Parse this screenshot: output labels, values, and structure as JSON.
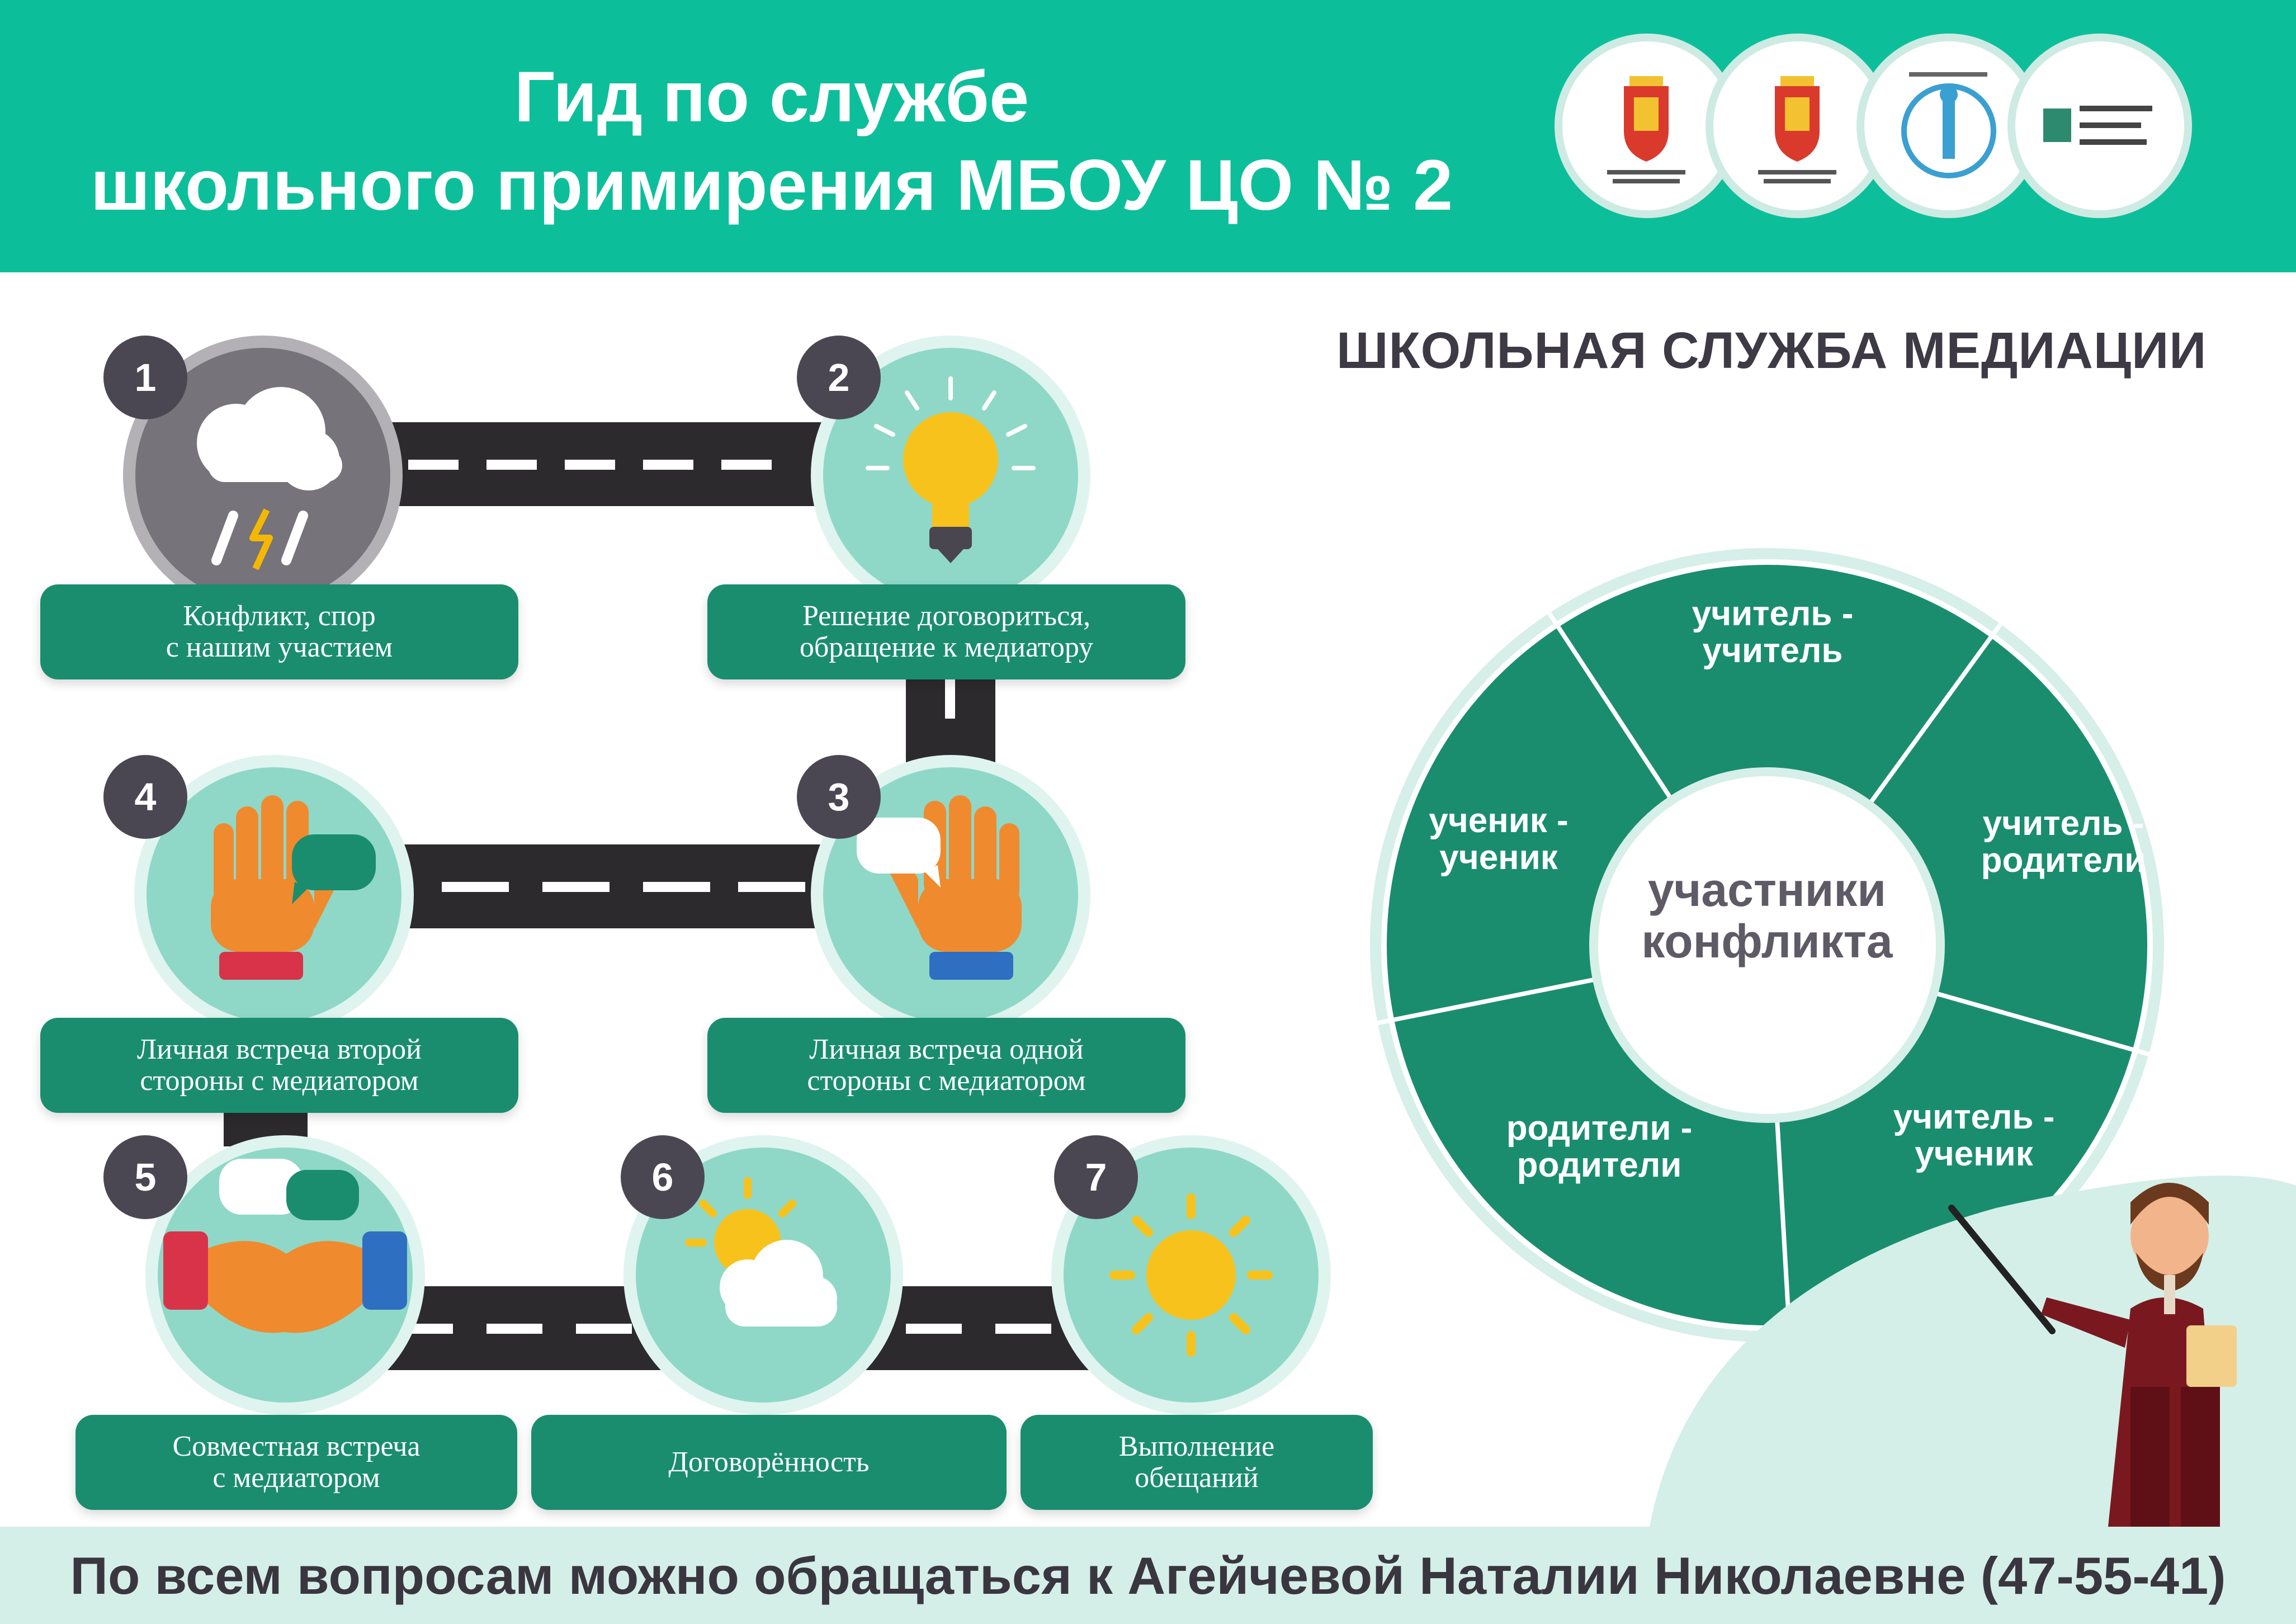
{
  "header": {
    "title_line1": "Гид по службе",
    "title_line2": "школьного примирения МБОУ ЦО № 2",
    "background": "#0cbf9a",
    "logos": [
      {
        "icon": "coat-of-arms-icon"
      },
      {
        "icon": "coat-of-arms-icon"
      },
      {
        "icon": "mediation-emblem-icon"
      },
      {
        "icon": "school-service-logo-icon"
      }
    ]
  },
  "steps": [
    {
      "number": "1",
      "label": "Конфликт, спор\nс нашим участием",
      "icon": "storm-cloud-icon"
    },
    {
      "number": "2",
      "label": "Решение договориться,\nобращение к медиатору",
      "icon": "lightbulb-icon"
    },
    {
      "number": "3",
      "label": "Личная встреча одной\nстороны с медиатором",
      "icon": "raised-hand-chat-icon"
    },
    {
      "number": "4",
      "label": "Личная встреча второй\nстороны с медиатором",
      "icon": "raised-hand-chat-icon"
    },
    {
      "number": "5",
      "label": "Совместная встреча\nс медиатором",
      "icon": "handshake-icon"
    },
    {
      "number": "6",
      "label": "Договорённость",
      "icon": "sun-cloud-icon"
    },
    {
      "number": "7",
      "label": "Выполнение\nобещаний",
      "icon": "sun-icon"
    }
  ],
  "mediation": {
    "title": "ШКОЛЬНАЯ СЛУЖБА МЕДИАЦИИ",
    "center": "участники\nконфликта",
    "segments": [
      "учитель -\nучитель",
      "учитель -\nродители",
      "учитель -\nученик",
      "родители -\nродители",
      "ученик -\nученик"
    ],
    "color": "#1a8d6f"
  },
  "footer": {
    "text": "По всем вопросам можно обращаться к Агейчевой Наталии Николаевне (47-55-41)"
  }
}
